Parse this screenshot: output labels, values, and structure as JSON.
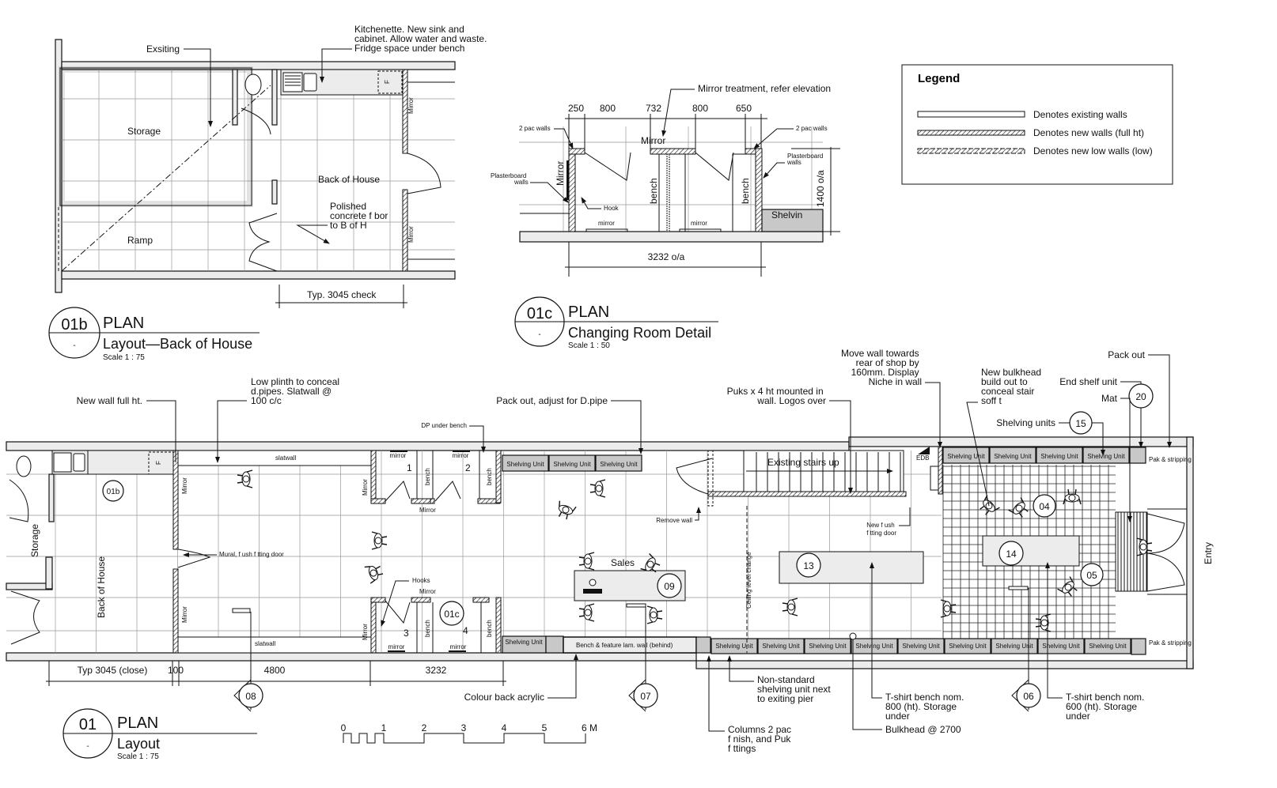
{
  "plan01b": {
    "notes": {
      "existing": "Exsiting",
      "kitchenette": [
        "Kitchenette. New sink and",
        "cabinet. Allow water and waste.",
        "Fridge space under bench"
      ],
      "storage": "Storage",
      "ramp": "Ramp",
      "back_of_house": "Back of House",
      "polished": [
        "Polished",
        "concrete f bor",
        "to B of H"
      ],
      "mirror": "Mirror",
      "fridge": "F",
      "typ_check": "Typ. 3045 check"
    },
    "title": {
      "number": "01b",
      "sheet": "-",
      "type": "PLAN",
      "name": "Layout—Back of House",
      "scale": "Scale  1 : 75"
    }
  },
  "plan01c": {
    "dims": [
      "250",
      "800",
      "732",
      "800",
      "650"
    ],
    "overall": "3232 o/a",
    "height": "1400 o/a",
    "notes": {
      "mirror_treatment": "Mirror treatment, refer elevation",
      "pac_walls": "2 pac walls",
      "plasterboard": [
        "Plasterboard",
        "walls"
      ],
      "mirror": "Mirror",
      "mirror_top": "Mirror",
      "bench": "bench",
      "hook": "Hook",
      "mirror_small": "mirror",
      "shelving": "Shelvin"
    },
    "title": {
      "number": "01c",
      "sheet": "-",
      "type": "PLAN",
      "name": "Changing Room Detail",
      "scale": "Scale  1 : 50"
    }
  },
  "legend": {
    "title": "Legend",
    "items": [
      "Denotes existing walls",
      "Denotes new walls (full ht)",
      "Denotes new low walls (low)"
    ]
  },
  "plan01": {
    "notes": {
      "new_wall": "New wall full ht.",
      "low_plinth": [
        "Low plinth to conceal",
        "d.pipes. Slatwall @",
        "100 c/c"
      ],
      "pack_out_pipe": "Pack out, adjust for D.pipe",
      "dp_under_bench": "DP under bench",
      "puks": [
        "Puks x 4 ht mounted in",
        "wall. Logos over"
      ],
      "move_wall": [
        "Move wall towards",
        "rear of shop by",
        "160mm. Display",
        "Niche in wall"
      ],
      "bulkhead_new": [
        "New bulkhead",
        "build out to",
        "conceal stair",
        "soff t"
      ],
      "pack_out": "Pack out",
      "end_shelf": "End shelf unit",
      "mat": "Mat",
      "shelving_units": "Shelving units",
      "remove_wall": "Remove wall",
      "new_flush_door": [
        "New f ush",
        "f tting door"
      ],
      "mural_door": "Mural, f ush f tting door",
      "hooks": "Hooks",
      "mirror": "Mirror",
      "mirror_small": "mirror",
      "bench": "bench",
      "non_standard": [
        "Non-standard",
        "shelving unit next",
        "to exiting pier"
      ],
      "columns": [
        "Columns 2 pac",
        "f nish, and Puk",
        "f ttings"
      ],
      "tshirt_800": [
        "T-shirt bench nom.",
        "800 (ht). Storage",
        "under"
      ],
      "bulkhead_2700": "Bulkhead @ 2700",
      "tshirt_600": [
        "T-shirt bench nom.",
        "600 (ht). Storage",
        "under"
      ],
      "colour_back": "Colour back acrylic",
      "ceiling_change": "Ceiling level change",
      "edb": "EDB",
      "slatwall": "slatwall",
      "pak_stripping": "Pak & stripping",
      "storage": "Storage",
      "back_of_house": "Back of House",
      "sales": "Sales",
      "stairs": "Existing stairs up",
      "entry": "Entry",
      "bench_feature": "Bench & feature lam. wall (behind)",
      "fridge": "F"
    },
    "shelving_label": "Shelving Unit",
    "rooms": [
      "1",
      "2",
      "3",
      "4"
    ],
    "tags": {
      "t09": "09",
      "t13": "13",
      "t14": "14",
      "t04": "04",
      "t05": "05",
      "t15": "15",
      "t20": "20",
      "ref01b": "01b",
      "ref01c": "01c"
    },
    "sections": {
      "s08": "08",
      "s07": "07",
      "s06": "06"
    },
    "dims": {
      "typ3045": "Typ 3045 (close)",
      "d100": "100",
      "d4800": "4800",
      "d3232": "3232"
    },
    "scale_bar": [
      "0",
      "1",
      "2",
      "3",
      "4",
      "5",
      "6 M"
    ],
    "title": {
      "number": "01",
      "sheet": "-",
      "type": "PLAN",
      "name": "Layout",
      "scale": "Scale  1 : 75"
    }
  }
}
